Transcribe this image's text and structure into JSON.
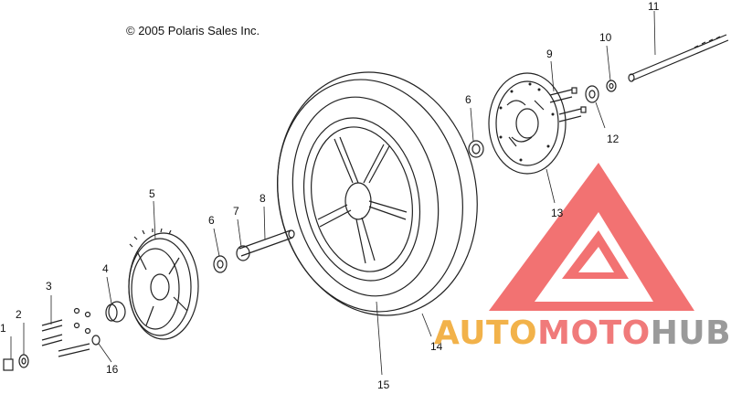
{
  "copyright": "© 2005 Polaris Sales Inc.",
  "callouts": [
    {
      "id": "1",
      "label": "1"
    },
    {
      "id": "2",
      "label": "2"
    },
    {
      "id": "3",
      "label": "3"
    },
    {
      "id": "4",
      "label": "4"
    },
    {
      "id": "5",
      "label": "5"
    },
    {
      "id": "6a",
      "label": "6"
    },
    {
      "id": "7",
      "label": "7"
    },
    {
      "id": "8",
      "label": "8"
    },
    {
      "id": "6b",
      "label": "6"
    },
    {
      "id": "9",
      "label": "9"
    },
    {
      "id": "10",
      "label": "10"
    },
    {
      "id": "11",
      "label": "11"
    },
    {
      "id": "12",
      "label": "12"
    },
    {
      "id": "13",
      "label": "13"
    },
    {
      "id": "14",
      "label": "14"
    },
    {
      "id": "15",
      "label": "15"
    },
    {
      "id": "16",
      "label": "16"
    }
  ],
  "watermark": {
    "part1": "AUTO",
    "part2": "MOTO",
    "part3": "HUB",
    "colors": {
      "auto": "#f2b24a",
      "moto": "#f07a7a",
      "hub": "#9a9a9a",
      "logo": "#f05a5a"
    }
  }
}
